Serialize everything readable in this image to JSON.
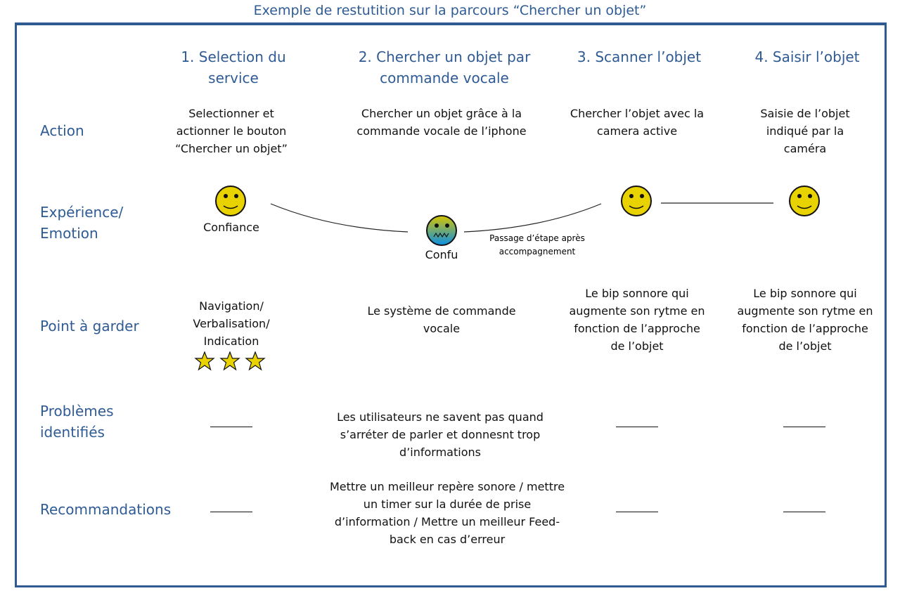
{
  "title": "Exemple de restutition sur la parcours “Chercher un objet”",
  "steps": [
    "1. Selection du service",
    "2. Chercher un objet par commande vocale",
    "3. Scanner l’objet",
    "4. Saisir l’objet"
  ],
  "rows": {
    "action": "Action",
    "experience": "Expérience/ Emotion",
    "points": "Point à garder",
    "problems": "Problèmes identifiés",
    "recos": "Recommandations"
  },
  "actions": [
    "Selectionner et actionner le bouton “Chercher un objet”",
    "Chercher un objet grâce à la commande vocale de l’iphone",
    "Chercher l’objet avec la camera active",
    "Saisie de l’objet indiqué par la caméra"
  ],
  "emotions": {
    "confiance": "Confiance",
    "confu": "Confu",
    "transition": "Passage d’étape après accompagnement"
  },
  "points": [
    "Navigation/ Verbalisation/ Indication",
    "Le système de commande vocale",
    "Le bip sonnore qui augmente son rytme en fonction de l’approche de l’objet",
    "Le bip sonnore qui augmente son rytme en fonction de l’approche de l’objet"
  ],
  "rating": 3,
  "problem": "Les utilisateurs ne savent pas quand s’arréter de parler et donnesnt trop d’informations",
  "reco": "Mettre un meilleur repère sonore / mettre un timer sur la durée de prise d’information / Mettre un meilleur Feed-back en cas d’erreur",
  "colors": {
    "accent": "#2f5b94",
    "happy": "#e8d200"
  }
}
